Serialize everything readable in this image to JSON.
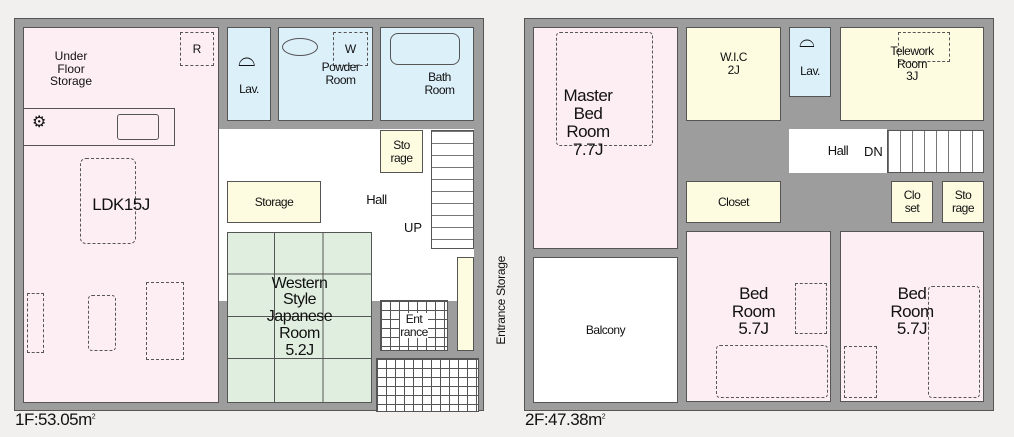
{
  "floor1": {
    "area_label": "1F:53.05m",
    "area_unit_sup": "2",
    "rooms": [
      {
        "label": "LDK15J"
      },
      {
        "label": "Under\nFloor\nStorage"
      },
      {
        "label": "Lav."
      },
      {
        "label": "Powder\nRoom"
      },
      {
        "label": "Bath\nRoom"
      },
      {
        "label": "Sto\nrage"
      },
      {
        "label": "Hall"
      },
      {
        "label": "UP"
      },
      {
        "label": "Storage"
      },
      {
        "label": "Western\nStyle\nJapanese\nRoom\n5.2J"
      },
      {
        "label": "Ent\nrance"
      },
      {
        "label": "Entrance Storage"
      }
    ],
    "fixture_labels": {
      "refrigerator": "R",
      "washer": "W"
    }
  },
  "floor2": {
    "area_label": "2F:47.38m",
    "area_unit_sup": "2",
    "rooms": [
      {
        "label": "Master\nBed\nRoom\n7.7J"
      },
      {
        "label": "W.I.C\n2J"
      },
      {
        "label": "Lav."
      },
      {
        "label": "Telework\nRoom\n3J"
      },
      {
        "label": "Hall"
      },
      {
        "label": "DN"
      },
      {
        "label": "Closet"
      },
      {
        "label": "Bed\nRoom\n5.7J"
      },
      {
        "label": "Clo\nset"
      },
      {
        "label": "Sto\nrage"
      },
      {
        "label": "Bed\nRoom\n5.7J"
      },
      {
        "label": "Balcony"
      }
    ]
  }
}
